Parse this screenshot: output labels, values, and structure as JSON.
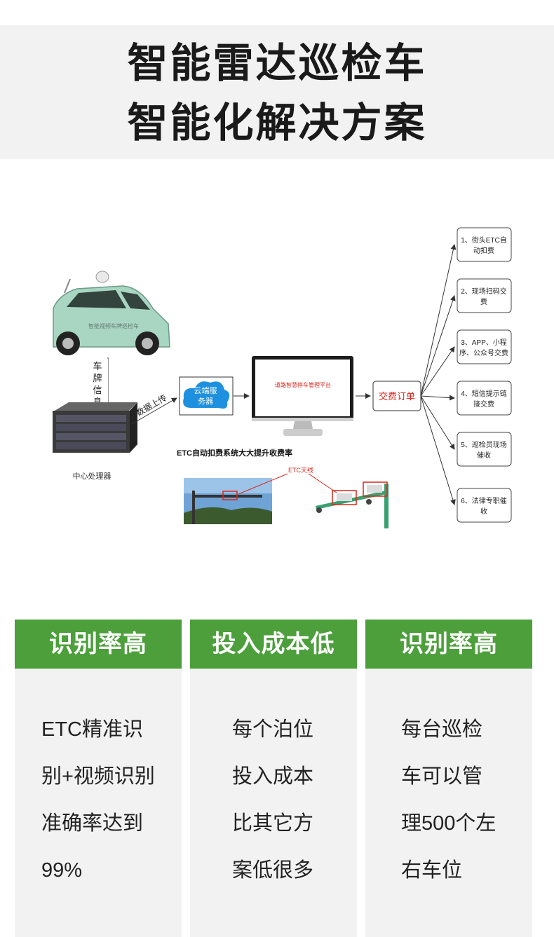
{
  "header": {
    "title_line1": "智能雷达巡检车",
    "title_line2": "智能化解决方案"
  },
  "diagram": {
    "car_label": "智能视频车牌巡检车",
    "plate_info": [
      "车",
      "牌",
      "信",
      "息"
    ],
    "data_upload": "数据上传",
    "server_label": "中心处理器",
    "cloud_label": [
      "云端服",
      "务器"
    ],
    "platform_label": "道路智慧停车管理平台",
    "order_label": "交费订单",
    "etc_caption": "ETC自动扣费系统大大提升收费率",
    "etc_antenna": "ETC天线",
    "options": [
      [
        "1、街头ETC自",
        "动扣费"
      ],
      [
        "2、现场扫码交",
        "费"
      ],
      [
        "3、APP、小程",
        "序、公众号交费"
      ],
      [
        "4、短信提示链",
        "接交费"
      ],
      [
        "5、巡检员现场",
        "催收"
      ],
      [
        "6、法律专职催",
        "收"
      ]
    ]
  },
  "cards": [
    {
      "title": "识别率高",
      "lines": [
        "ETC精准识",
        "别+视频识别",
        "准确率达到",
        "99%"
      ]
    },
    {
      "title": "投入成本低",
      "lines": [
        "每个泊位",
        "投入成本",
        "比其它方",
        "案低很多"
      ]
    },
    {
      "title": "识别率高",
      "lines": [
        "每台巡检",
        "车可以管",
        "理500个左",
        "右车位"
      ]
    }
  ],
  "colors": {
    "accent_green": "#4c9f3b",
    "header_bg": "#f2f2f2",
    "cloud_blue": "#1e90e0",
    "order_red": "#d9261c"
  }
}
